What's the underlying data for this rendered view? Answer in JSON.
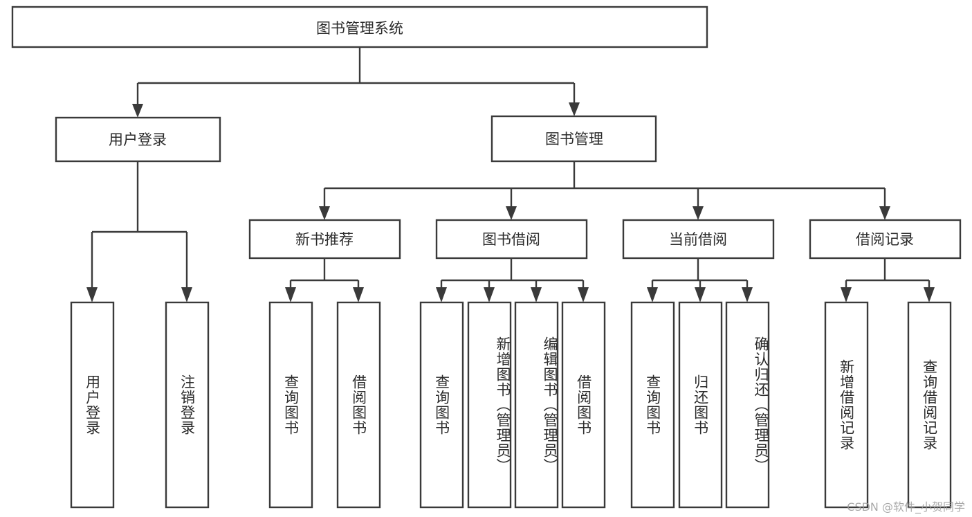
{
  "diagram": {
    "type": "tree-hierarchy-chart",
    "title": "图书管理系统",
    "orientation": "top-down",
    "line_color": "#3a3a3a",
    "box_fill": "#ffffff",
    "text_color": "#2b2b2b",
    "root": {
      "label": "图书管理系统",
      "level": 0
    },
    "level1": [
      {
        "label": "用户登录"
      },
      {
        "label": "图书管理"
      }
    ],
    "level2": [
      {
        "label": "新书推荐",
        "parent": "图书管理"
      },
      {
        "label": "图书借阅",
        "parent": "图书管理"
      },
      {
        "label": "当前借阅",
        "parent": "图书管理"
      },
      {
        "label": "借阅记录",
        "parent": "图书管理"
      }
    ],
    "leaves": {
      "user_login": [
        {
          "label": "用户登录"
        },
        {
          "label": "注销登录"
        }
      ],
      "new_book_recommend": [
        {
          "label": "查询图书"
        },
        {
          "label": "借阅图书"
        }
      ],
      "book_borrow": [
        {
          "label": "查询图书"
        },
        {
          "label": "新增图书（管理员）"
        },
        {
          "label": "编辑图书（管理员）"
        },
        {
          "label": "借阅图书"
        }
      ],
      "current_borrow": [
        {
          "label": "查询图书"
        },
        {
          "label": "归还图书"
        },
        {
          "label": "确认归还（管理员）"
        }
      ],
      "borrow_record": [
        {
          "label": "新增借阅记录"
        },
        {
          "label": "查询借阅记录"
        }
      ]
    }
  },
  "watermark": {
    "text": "CSDN @软件_小贺同学"
  }
}
